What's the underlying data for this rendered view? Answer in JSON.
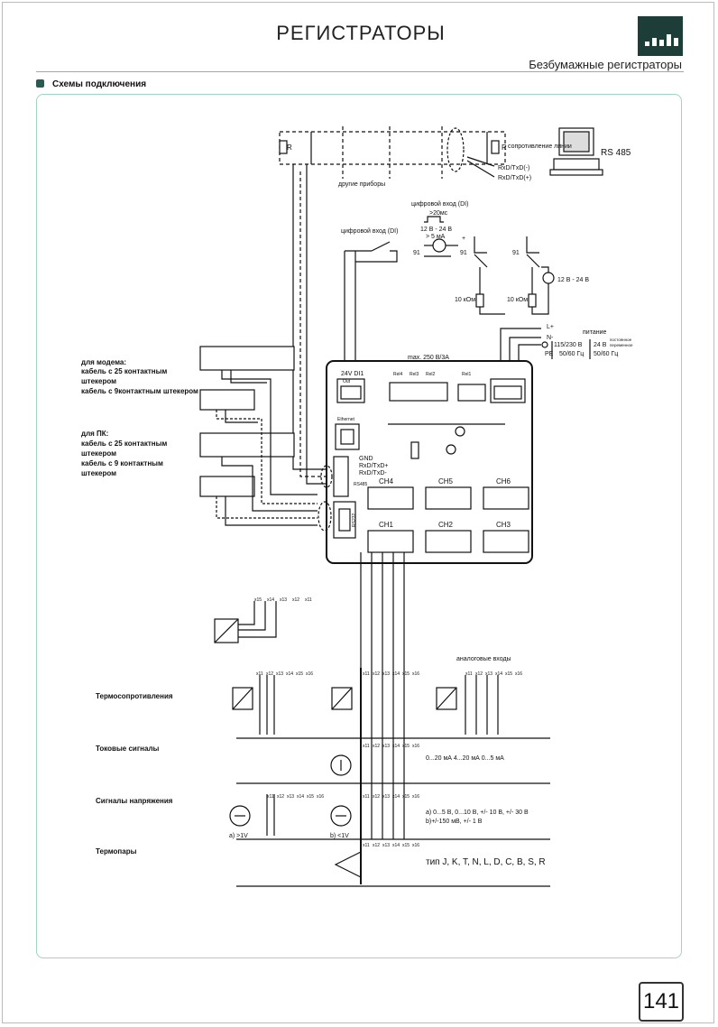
{
  "header": {
    "title": "РЕГИСТРАТОРЫ",
    "subtitle": "Безбумажные регистраторы",
    "section": "Схемы подключения",
    "page_number": "141"
  },
  "bus": {
    "r_left": "R",
    "r_right": "R",
    "resistance": "сопротивление линии",
    "other_devices": "другие приборы",
    "rs485": "RS 485",
    "rxd_minus": "RxD/TxD(-)",
    "rxd_plus": "RxD/TxD(+)"
  },
  "digital": {
    "di_left": "цифровой вход (DI)",
    "di_top": "цифровой вход (DI)",
    "pulse": ">20мс",
    "range": "12 В - 24 В",
    "current": "> 5 мА",
    "t91a": "91",
    "t91b": "91",
    "t91c": "91",
    "plus": "+",
    "r1": "10 кОм",
    "r2": "10 кОм",
    "range2": "12 В - 24 В"
  },
  "power": {
    "title": "питание",
    "lplus": "L+",
    "nminus": "N-",
    "pe": "PE",
    "ac": "115/230 В",
    "ac_f": "50/60 Гц",
    "dc": "24 В",
    "dc_f": "50/60 Гц",
    "note1": "постоянное",
    "note2": "переменное"
  },
  "device": {
    "max": "max. 250 В/3А",
    "out_label": "24V DI1",
    "out2": "Out",
    "relays": [
      "Rel4",
      "Rel3",
      "Rel2",
      "Rel1"
    ],
    "ethernet": "Ethernet",
    "gnd": "GND",
    "rxd_plus": "RxD/TxD+",
    "rxd_minus": "RxD/TxD-",
    "rs485": "RS485",
    "rs232": "RS232",
    "channels_top": [
      "CH4",
      "CH5",
      "CH6"
    ],
    "channels_bottom": [
      "CH1",
      "CH2",
      "CH3"
    ]
  },
  "connectors": {
    "modem": "для модема:",
    "modem25": "кабель с 25 контактным штекером",
    "modem9": "кабель с 9контактным штекером",
    "pc": "для ПК:",
    "pc25": "кабель с 25 контактным штекером",
    "pc9": "кабель с 9 контактным штекером"
  },
  "inputs": {
    "analog": "аналоговые входы",
    "rtd": "Термосопротивления",
    "current": "Токовые сигналы",
    "current_ranges": "0...20 мА   4...20 мА   0...5 мА",
    "voltage": "Сигналы напряжения",
    "voltage_a": "a) 0...5 В, 0...10 В, +/- 10 В, +/- 30 В",
    "voltage_b": "b)+/-150 мВ, +/- 1 В",
    "va": "a) >1V",
    "vb": "b) <1V",
    "thermocouples": "Термопары",
    "tc_types": "тип J, K, T, N, L, D, C, B, S, R",
    "terminals": [
      "x11",
      "x12",
      "x13",
      "x14",
      "x15",
      "x16"
    ],
    "terminals_rev": [
      "x15",
      "x14",
      "x13",
      "x12",
      "x11"
    ]
  }
}
